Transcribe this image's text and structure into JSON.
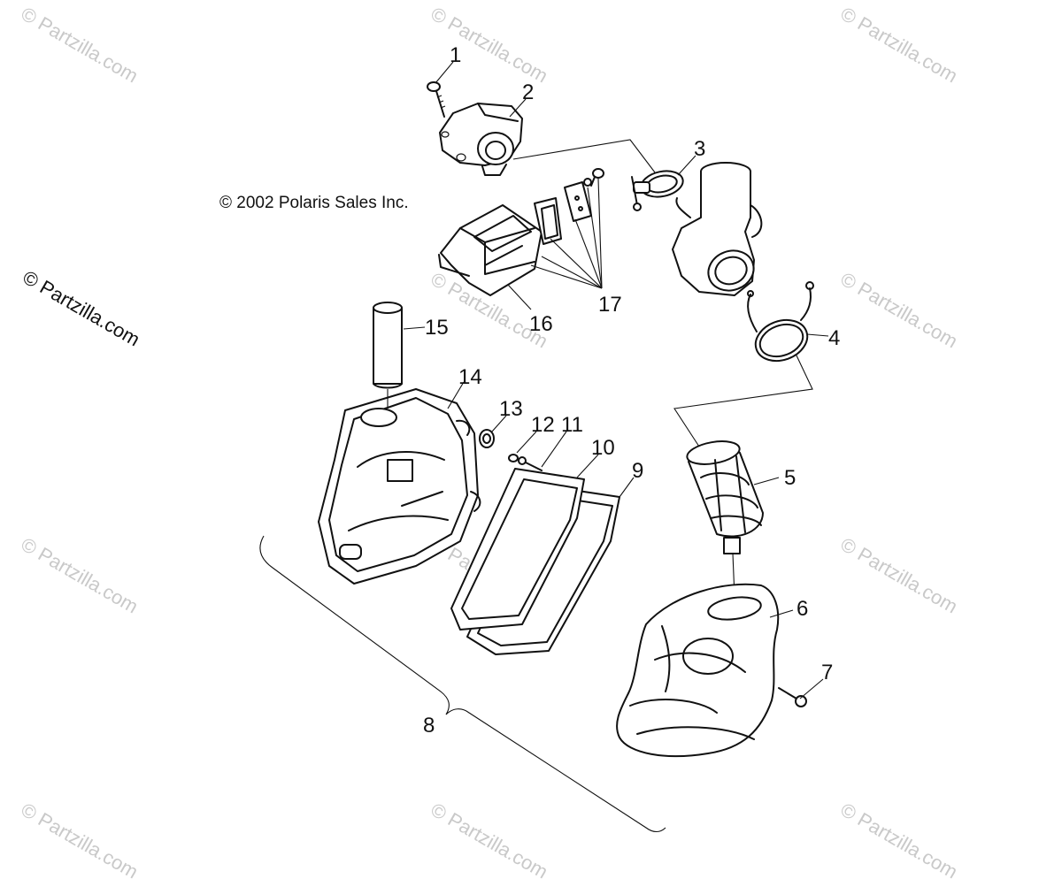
{
  "copyright": "© 2002 Polaris Sales Inc.",
  "watermark": "© Partzilla.com",
  "callouts": [
    "1",
    "2",
    "3",
    "4",
    "5",
    "6",
    "7",
    "8",
    "9",
    "10",
    "11",
    "12",
    "13",
    "14",
    "15",
    "16",
    "17"
  ]
}
